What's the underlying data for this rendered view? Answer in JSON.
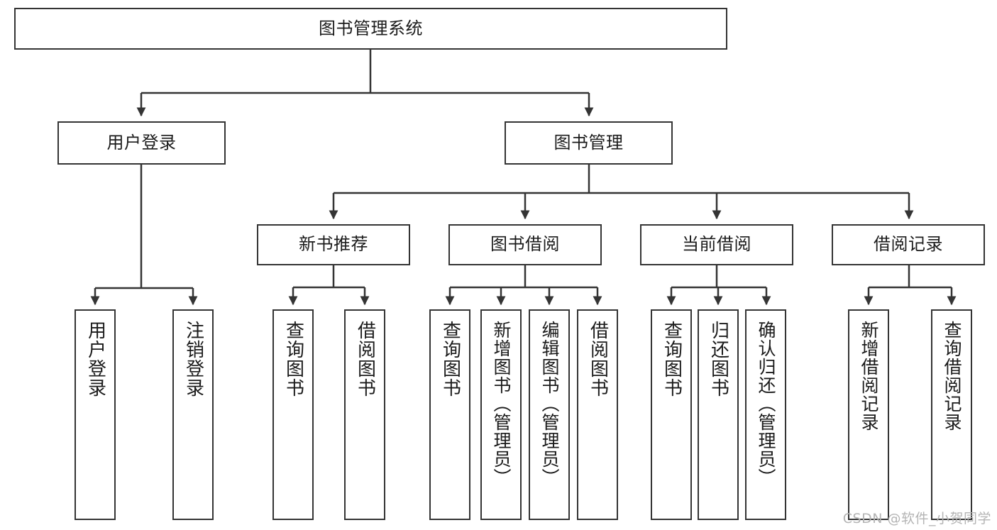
{
  "diagram": {
    "title": "图书管理系统",
    "watermark": "CSDN @软件_小贺同学",
    "colors": {
      "stroke": "#343434",
      "fill": "#ffffff",
      "text": "#1b1b1b",
      "watermark": "#b4b4b4"
    },
    "levels": {
      "root": {
        "label": "图书管理系统"
      },
      "level2": [
        {
          "label": "用户登录"
        },
        {
          "label": "图书管理"
        }
      ],
      "level3": [
        {
          "label": "新书推荐"
        },
        {
          "label": "图书借阅"
        },
        {
          "label": "当前借阅"
        },
        {
          "label": "借阅记录"
        }
      ],
      "leaves": [
        {
          "label": "用户登录",
          "parent": "用户登录"
        },
        {
          "label": "注销登录",
          "parent": "用户登录"
        },
        {
          "label": "查询图书",
          "parent": "新书推荐"
        },
        {
          "label": "借阅图书",
          "parent": "新书推荐"
        },
        {
          "label": "查询图书",
          "parent": "图书借阅"
        },
        {
          "label": "新增图书（管理员）",
          "parent": "图书借阅"
        },
        {
          "label": "编辑图书（管理员）",
          "parent": "图书借阅"
        },
        {
          "label": "借阅图书",
          "parent": "图书借阅"
        },
        {
          "label": "查询图书",
          "parent": "当前借阅"
        },
        {
          "label": "归还图书",
          "parent": "当前借阅"
        },
        {
          "label": "确认归还（管理员）",
          "parent": "当前借阅"
        },
        {
          "label": "新增借阅记录",
          "parent": "借阅记录"
        },
        {
          "label": "查询借阅记录",
          "parent": "借阅记录"
        }
      ]
    }
  }
}
